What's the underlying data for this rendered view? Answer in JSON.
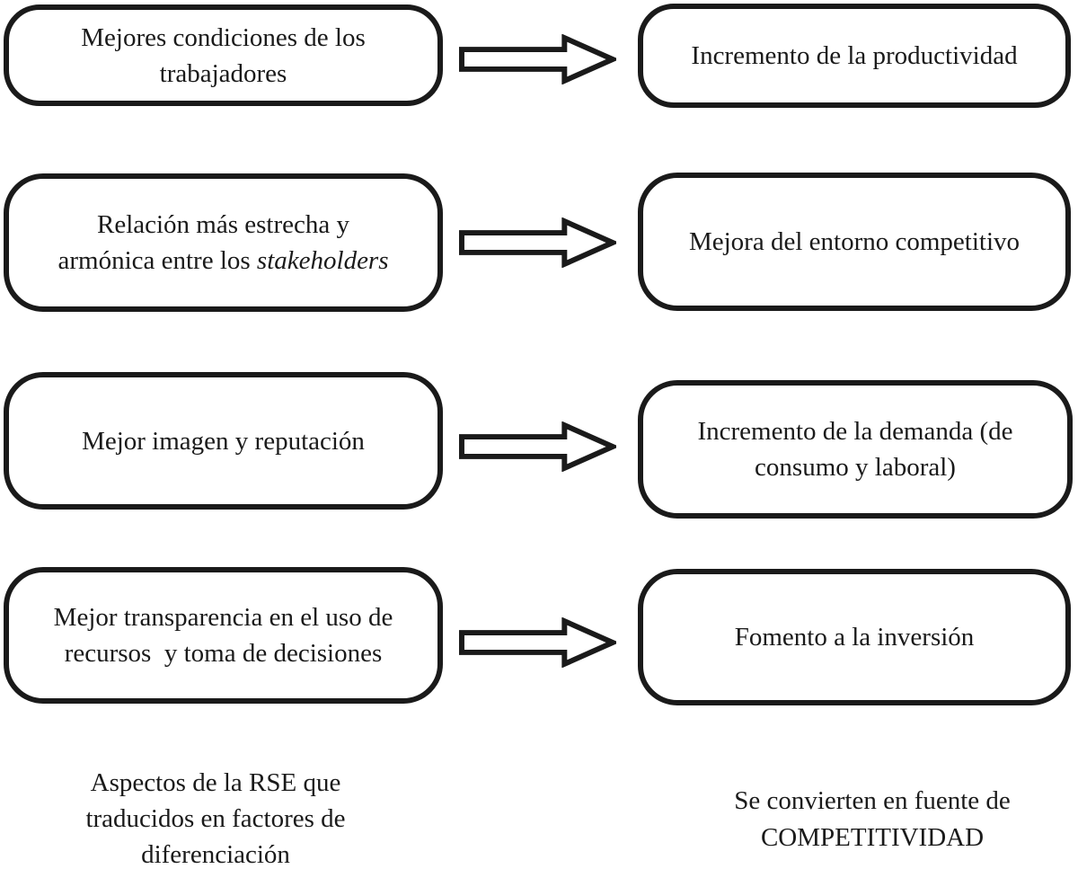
{
  "colors": {
    "ink": "#1a1a1a",
    "background": "#ffffff"
  },
  "icons": {
    "arrow": "right-block-arrow"
  },
  "diagram": {
    "rows": [
      {
        "left": {
          "lines": [
            "Mejores condiciones de los",
            "trabajadores"
          ]
        },
        "right": {
          "lines": [
            "Incremento de la productividad"
          ]
        }
      },
      {
        "left": {
          "lines": [
            "Relación más estrecha y",
            {
              "pre": "armónica entre los ",
              "italic": "stakeholders"
            }
          ]
        },
        "right": {
          "lines": [
            "Mejora del entorno competitivo"
          ]
        }
      },
      {
        "left": {
          "lines": [
            "Mejor imagen y reputación"
          ]
        },
        "right": {
          "lines": [
            "Incremento de la demanda (de",
            "consumo y laboral)"
          ]
        }
      },
      {
        "left": {
          "lines": [
            "Mejor transparencia en el uso de",
            "recursos  y toma de decisiones"
          ]
        },
        "right": {
          "lines": [
            "Fomento a la inversión"
          ]
        }
      }
    ],
    "captions": {
      "left": {
        "lines": [
          "Aspectos de la RSE que",
          "traducidos en factores de",
          "diferenciación"
        ]
      },
      "right": {
        "lines": [
          "Se convierten en fuente de",
          "COMPETITIVIDAD"
        ]
      }
    }
  }
}
